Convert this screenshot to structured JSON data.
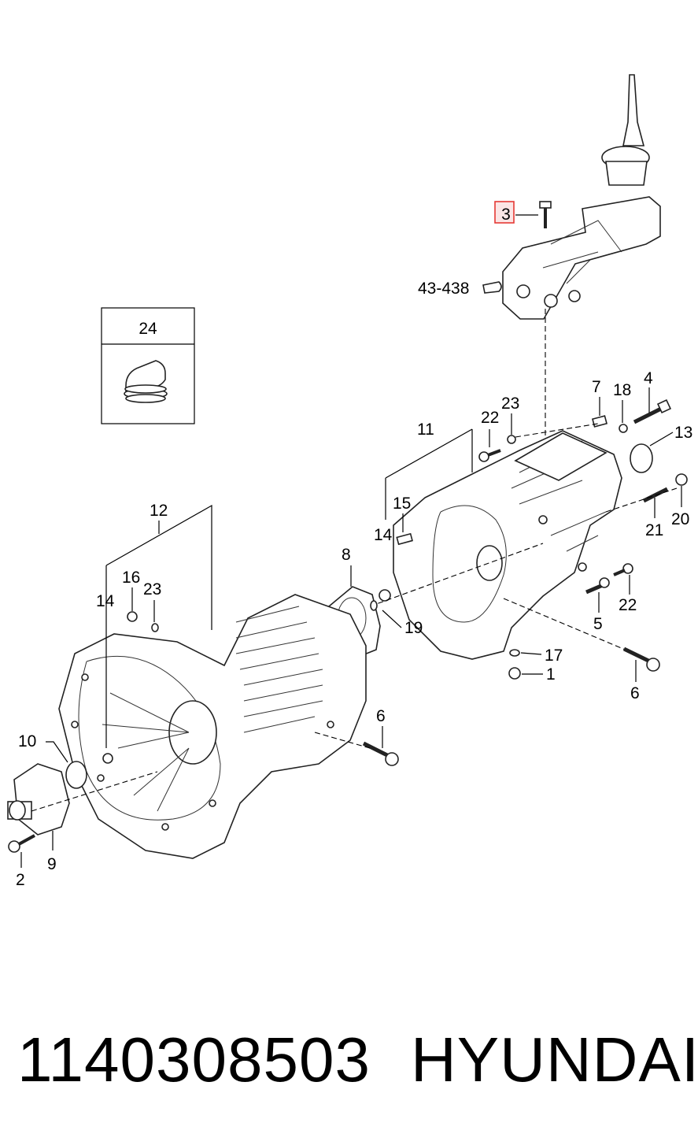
{
  "inset": {
    "label": "24"
  },
  "highlight": {
    "label": "3"
  },
  "callouts": {
    "c43_438": "43-438",
    "c7": "7",
    "c18": "18",
    "c4": "4",
    "c22a": "22",
    "c23a": "23",
    "c13": "13",
    "c11": "11",
    "c15": "15",
    "c14a": "14",
    "c21": "21",
    "c20": "20",
    "c8": "8",
    "c19": "19",
    "c22b": "22",
    "c5": "5",
    "c17": "17",
    "c1": "1",
    "c6a": "6",
    "c12": "12",
    "c16": "16",
    "c23b": "23",
    "c14b": "14",
    "c6b": "6",
    "c10": "10",
    "c9": "9",
    "c2": "2"
  },
  "footer": {
    "part_number": "1140308503",
    "brand": "HYUNDAI"
  }
}
